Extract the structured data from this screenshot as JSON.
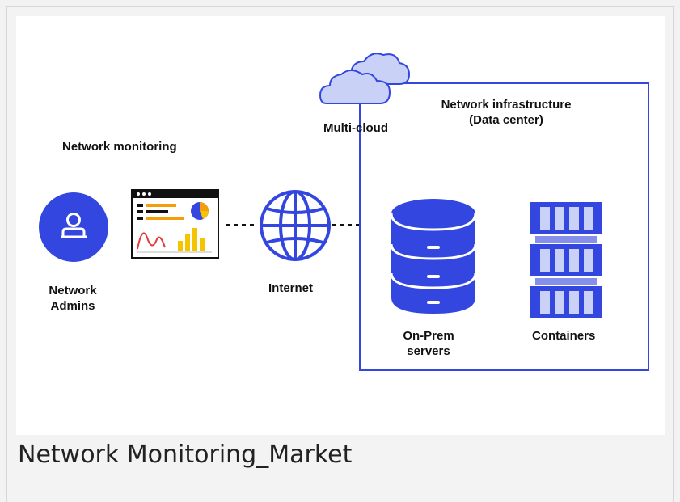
{
  "diagram": {
    "labels": {
      "network_monitoring": "Network monitoring",
      "network_admins": "Network Admins",
      "internet": "Internet",
      "multi_cloud": "Multi-cloud",
      "infrastructure": "Network infrastructure (Data center)",
      "on_prem": "On-Prem servers",
      "containers": "Containers"
    },
    "colors": {
      "primary": "#3346e0",
      "cloud_fill": "#c9d1f7",
      "box_border": "#3346e0",
      "chart_orange": "#f59e0b",
      "chart_yellow": "#f5c400",
      "chart_red": "#e23b3b"
    },
    "icons": [
      "user-icon",
      "dashboard-icon",
      "globe-icon",
      "cloud-icon",
      "database-icon",
      "containers-icon"
    ]
  },
  "caption": "Network Monitoring_Market"
}
